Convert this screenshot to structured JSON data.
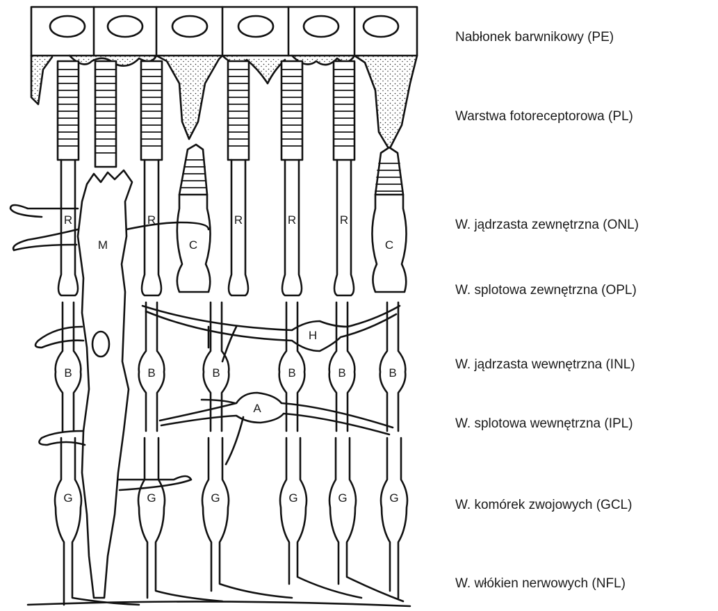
{
  "layers": [
    {
      "label": "Nabłonek barwnikowy (PE)"
    },
    {
      "label": "Warstwa fotoreceptorowa (PL)"
    },
    {
      "label": "W. jądrzasta zewnętrzna (ONL)"
    },
    {
      "label": "W. splotowa zewnętrzna (OPL)"
    },
    {
      "label": "W. jądrzasta wewnętrzna (INL)"
    },
    {
      "label": "W. splotowa wewnętrzna (IPL)"
    },
    {
      "label": "W. komórek zwojowych (GCL)"
    },
    {
      "label": "W. włókien nerwowych (NFL)"
    }
  ],
  "cell_letters": {
    "rod": "R",
    "cone": "C",
    "muller": "M",
    "horizontal": "H",
    "bipolar": "B",
    "amacrine": "A",
    "ganglion": "G"
  }
}
